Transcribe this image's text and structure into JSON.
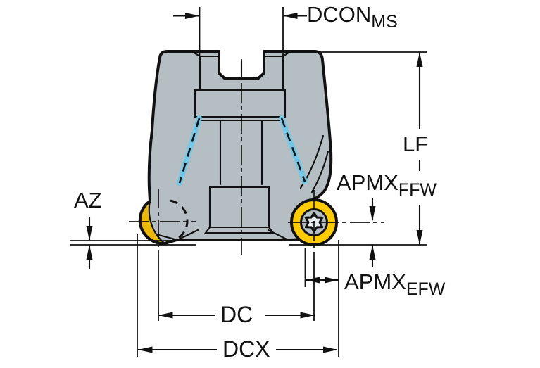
{
  "figure": {
    "kind": "technical-drawing",
    "subject": "face-milling-cutter-with-round-inserts-front-view",
    "labels": {
      "dcon": {
        "main": "DCON",
        "sub": "MS"
      },
      "lf": {
        "main": "LF"
      },
      "apmx_ffw": {
        "main": "APMX",
        "sub": "FFW"
      },
      "apmx_efw": {
        "main": "APMX",
        "sub": "EFW"
      },
      "az": {
        "main": "AZ"
      },
      "dc": {
        "main": "DC"
      },
      "dcx": {
        "main": "DCX"
      }
    },
    "colors": {
      "background": "#ffffff",
      "body": "#b5bfc3",
      "outline": "#111111",
      "dimension": "#111111",
      "insert_yellow": "#ffcc00",
      "insert_yellow_shaded": "#ecba06",
      "coolant_blue": "#73c8e8",
      "screw_fill": "#b5bfc3",
      "star_fill": "#e6ebed"
    }
  }
}
